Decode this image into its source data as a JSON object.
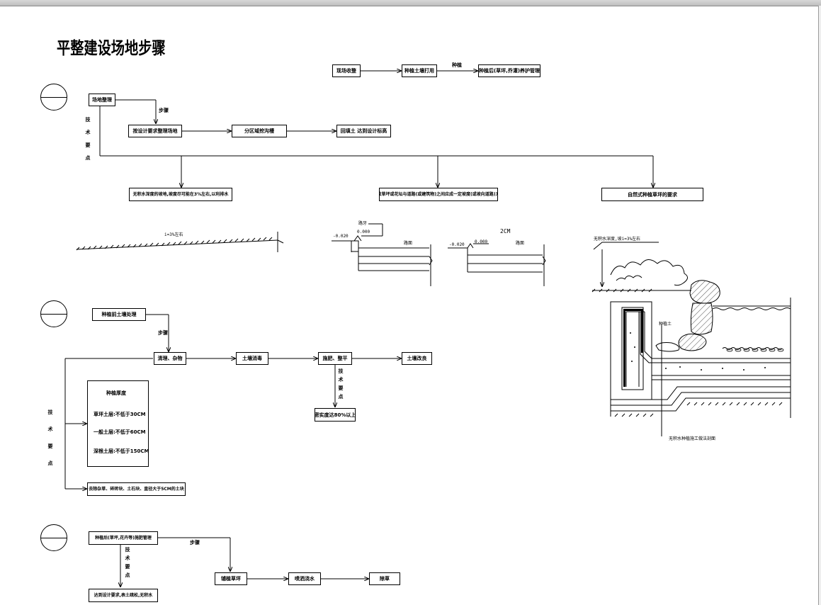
{
  "title": "平整建设场地步骤",
  "top_flow": {
    "box1": "现场收整",
    "box2": "种植土壤打用",
    "arrow_label": "种植",
    "box3": "种植后(草坪,乔灌)养护管理"
  },
  "section1": {
    "box_main": "场地整理",
    "step_label": "步骤",
    "box_a": "按设计要求整理场地",
    "box_b": "分区域挖沟槽",
    "box_c": "回填土 达到设计标高",
    "side_label": "技术要点",
    "req1": "无积水深度的坡地,坡度尽可能在3%左右,以利排水",
    "req2": "排放草坪或花坛与道路(或建筑物)之间应成一定坡度(或坡向道路)方向",
    "req3": "自然式种植草坪的要求",
    "slope_label": "i=3%左右",
    "detail_curb_label": "路牙",
    "detail_h1": "-0.020",
    "detail_h2": "0.000",
    "detail_road1": "路面",
    "detail_dim": "2CM",
    "detail_h3": "-0.020",
    "detail_h4": "0.000",
    "detail_road2": "路面",
    "section_slope_note": "无积水深度,坡i=3%左右",
    "section_soil_label": "种植土",
    "section_bottom_note": "无积水种植施工做法剖面"
  },
  "section2": {
    "box_start": "种植前土壤处理",
    "step_label": "步骤",
    "box_a": "清理、杂物",
    "box_b": "土壤消毒",
    "box_c": "施肥、整平",
    "box_d": "土壤改良",
    "sub_label": "技术要点",
    "box_e": "密实度达80%以上",
    "side_label": "技术要点",
    "note_title": "种植厚度",
    "note1": "草坪土层:不低于30CM",
    "note2": "一般土层:不低于60CM",
    "note3": "深根土层:不低于150CM",
    "box_bottom": "去除杂草、碎砖块、土石块、直径大于5CM的土块"
  },
  "section3": {
    "box_start": "种植后(草坪,花卉等)施肥管理",
    "side_label": "技术要点",
    "box_req": "达到设计要求,表土疏松,无积水",
    "step_label": "步骤",
    "box_a": "铺植草坪",
    "box_b": "喷洒浇水",
    "box_c": "除草"
  }
}
